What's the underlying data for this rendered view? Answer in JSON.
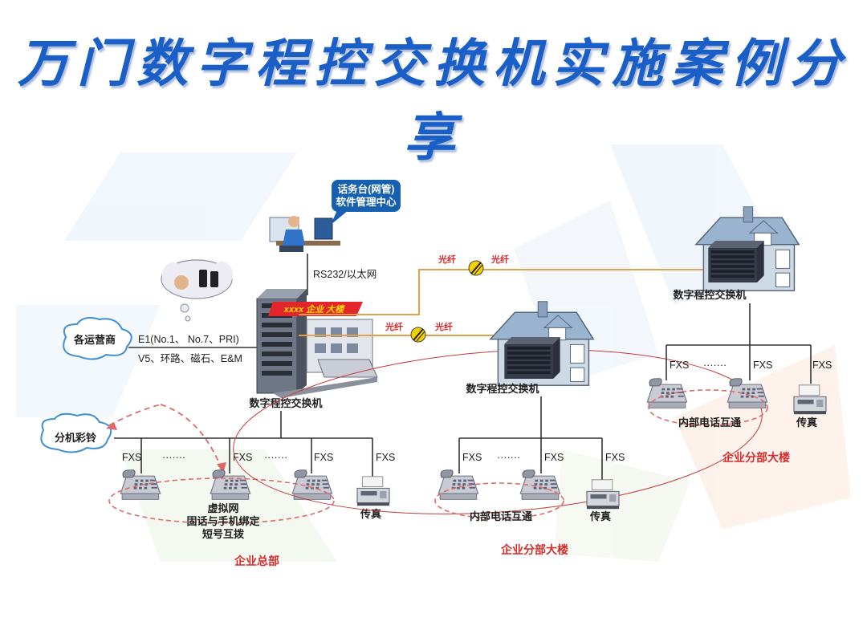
{
  "slide": {
    "title": "万门数字程控交换机实施案例分享"
  },
  "diagram": {
    "management": {
      "bubble_line1": "话务台(网管)",
      "bubble_line2": "软件管理中心",
      "link_label": "RS232/以太网"
    },
    "carriers": {
      "label": "各运营商",
      "link_line1": "E1(No.1、 No.7、PRI)",
      "link_line2": "V5、环路、磁石、E&M"
    },
    "ring_back": {
      "label": "分机彩铃"
    },
    "hq": {
      "building_sign": "xxxx 企业 大楼",
      "switch_label": "数字程控交换机",
      "ports": [
        "FXS",
        "FXS",
        "FXS",
        "FXS"
      ],
      "fax_label": "传真",
      "virtual_line1": "虚拟网",
      "virtual_line2": "固话与手机绑定",
      "virtual_line3": "短号互拨",
      "site_label": "企业总部"
    },
    "fiber_links": [
      {
        "left": "光纤",
        "right": "光纤"
      },
      {
        "left": "光纤",
        "right": "光纤"
      }
    ],
    "branch_mid": {
      "switch_label": "数字程控交换机",
      "ports": [
        "FXS",
        "FXS",
        "FXS"
      ],
      "intercom_label": "内部电话互通",
      "fax_label": "传真",
      "site_label": "企业分部大楼"
    },
    "branch_right": {
      "switch_label": "数字程控交换机",
      "ports": [
        "FXS",
        "FXS",
        "FXS"
      ],
      "intercom_label": "内部电话互通",
      "fax_label": "传真",
      "site_label": "企业分部大楼"
    },
    "ellipsis": "·······",
    "colors": {
      "title": "#1a5fc8",
      "accent_red": "#d62b2b",
      "fiber": "#e2a14a",
      "bubble": "#1560b0"
    }
  }
}
